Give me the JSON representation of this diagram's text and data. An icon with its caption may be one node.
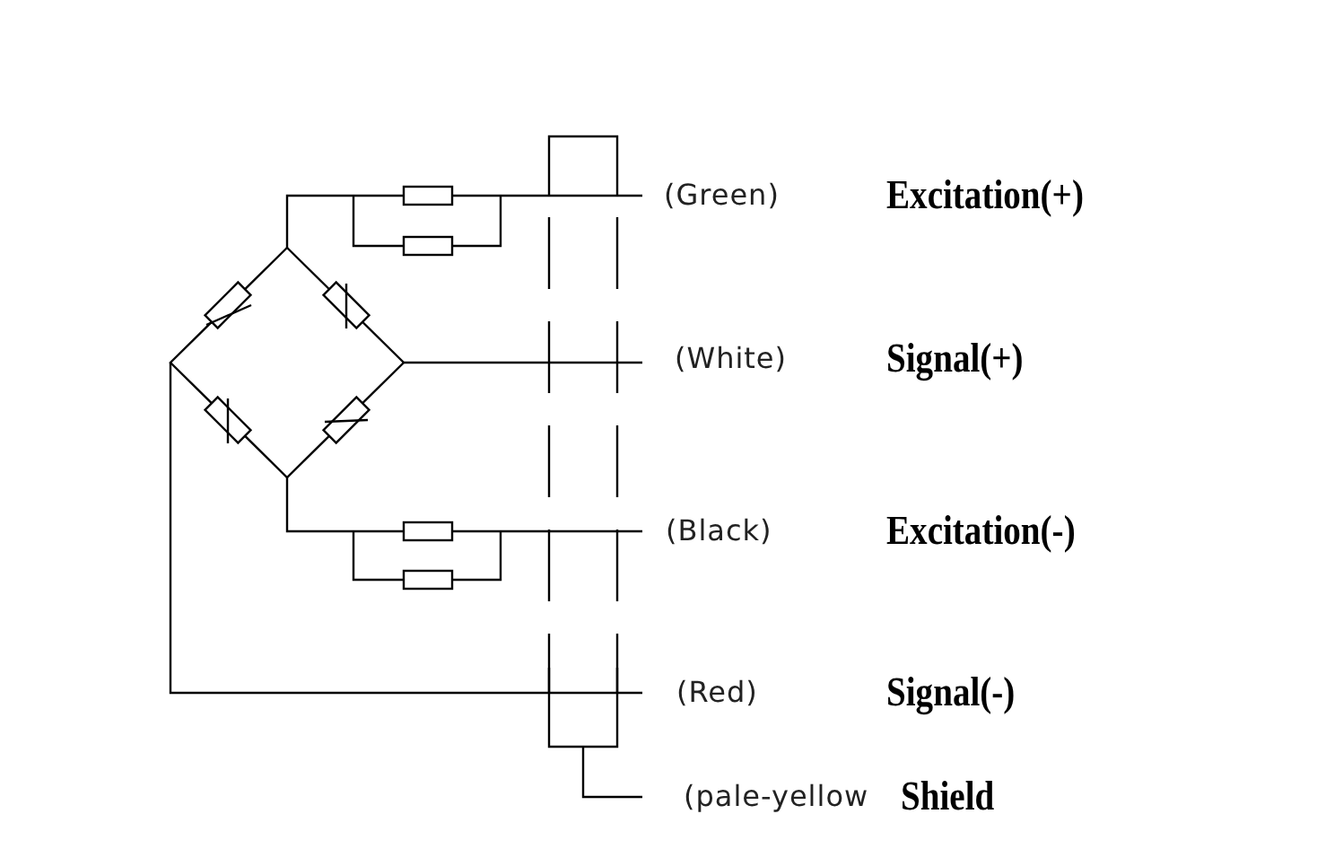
{
  "diagram": {
    "labels": [
      "(Green)",
      "Excitation(+)",
      "(White)",
      "Signal(+)",
      "(Black)",
      "Excitation(-)",
      "(Red)",
      "Signal(-)",
      "(pale-yellow",
      "Shield"
    ]
  }
}
